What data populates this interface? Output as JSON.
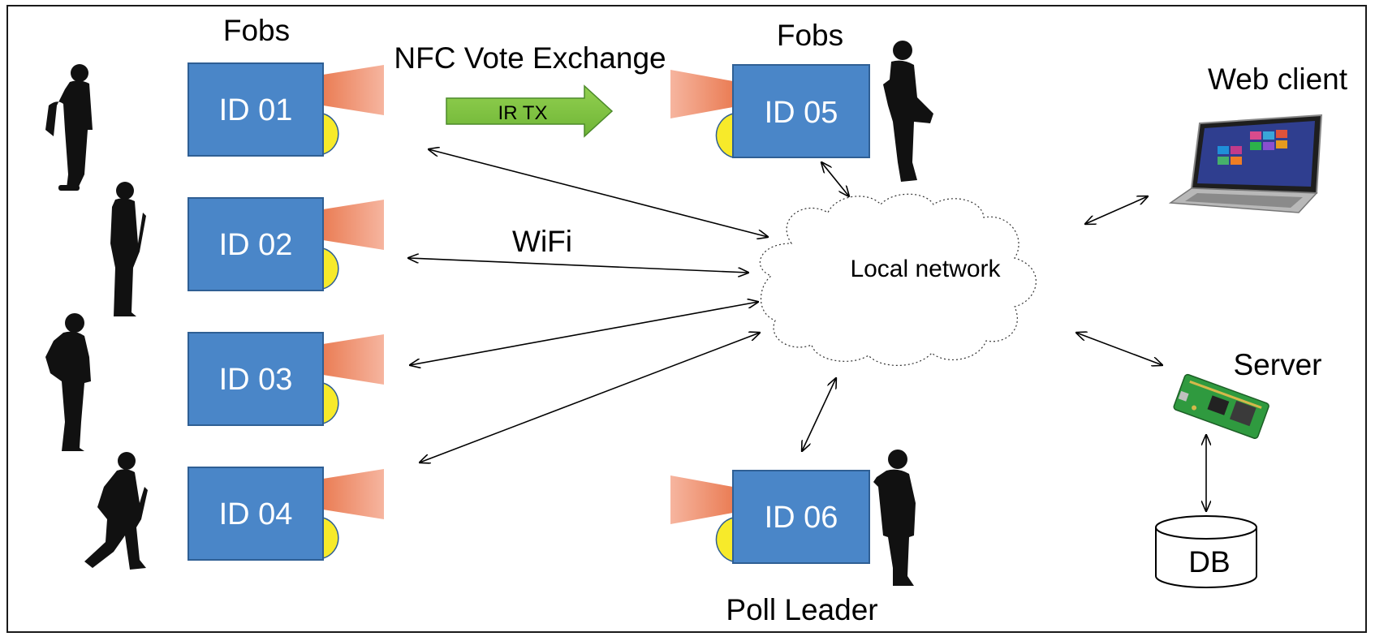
{
  "labels": {
    "fobs_left": "Fobs",
    "fobs_right": "Fobs",
    "nfc": "NFC Vote Exchange",
    "ir_tx": "IR TX",
    "wifi": "WiFi",
    "network": "Local network",
    "web_client": "Web client",
    "server": "Server",
    "db": "DB",
    "poll_leader": "Poll Leader"
  },
  "fobs": [
    {
      "id": "ID 01"
    },
    {
      "id": "ID 02"
    },
    {
      "id": "ID 03"
    },
    {
      "id": "ID 04"
    },
    {
      "id": "ID 05"
    },
    {
      "id": "ID 06"
    }
  ],
  "colors": {
    "fob_fill": "#4a86c8",
    "fob_stroke": "#2f5f94",
    "ir_cone": "#f08a6a",
    "button": "#f7ea2a",
    "arrow_green": "#7ac142",
    "line": "#000000"
  },
  "icons": {
    "people": "person-silhouette-icon",
    "laptop": "laptop-icon",
    "board": "circuit-board-icon"
  }
}
